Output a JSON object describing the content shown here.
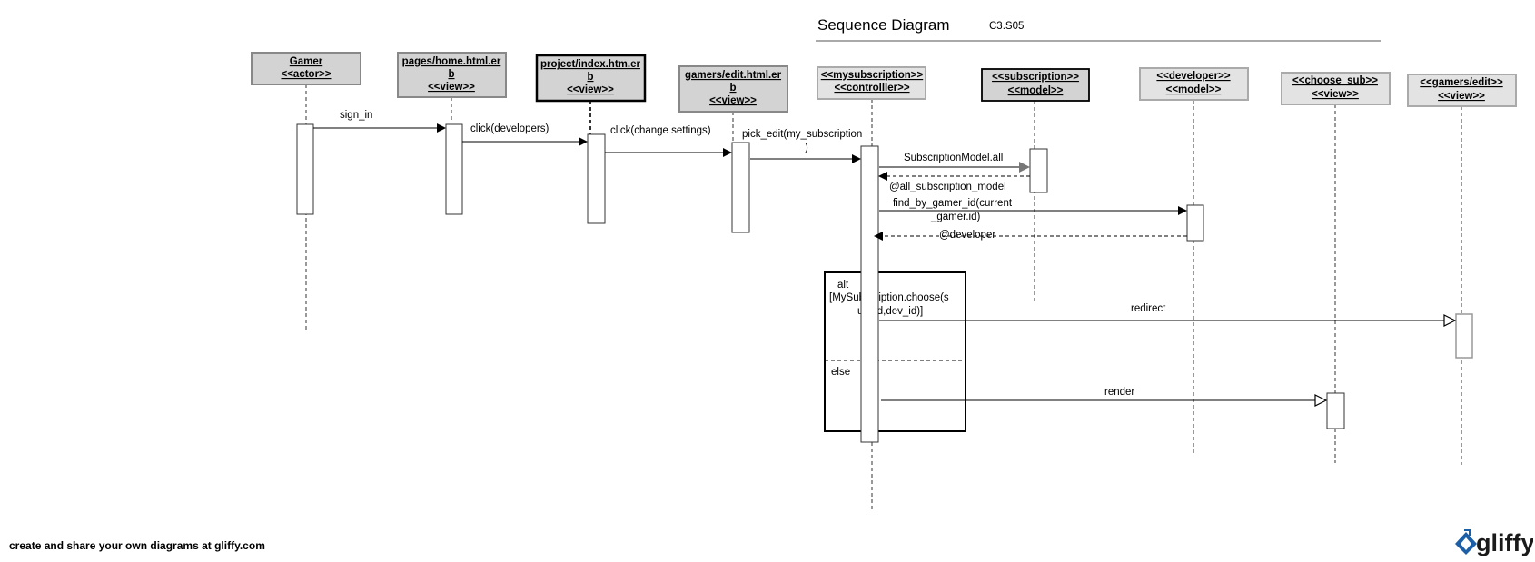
{
  "header": {
    "title": "Sequence Diagram",
    "code": "C3.S05"
  },
  "participants": [
    {
      "id": "gamer",
      "lines": [
        "Gamer",
        "<<actor>>"
      ]
    },
    {
      "id": "home",
      "lines": [
        "pages/home.html.er",
        "b",
        "<<view>>"
      ]
    },
    {
      "id": "index",
      "lines": [
        "project/index.htm.er",
        "b",
        "<<view>>"
      ]
    },
    {
      "id": "edit",
      "lines": [
        "gamers/edit.html.er",
        "b",
        "<<view>>"
      ]
    },
    {
      "id": "ctrl",
      "lines": [
        "<<mysubscription>>",
        "<<controlller>>"
      ]
    },
    {
      "id": "submodel",
      "lines": [
        "<<subscription>>",
        "<<model>>"
      ]
    },
    {
      "id": "devmodel",
      "lines": [
        "<<developer>>",
        "<<model>>"
      ]
    },
    {
      "id": "choose",
      "lines": [
        "<<choose_sub>>",
        "<<view>>"
      ]
    },
    {
      "id": "gedit",
      "lines": [
        "<<gamers/edit>>",
        "<<view>>"
      ]
    }
  ],
  "messages": [
    {
      "id": "m1",
      "lines": [
        "sign_in"
      ]
    },
    {
      "id": "m2",
      "lines": [
        "click(developers)"
      ]
    },
    {
      "id": "m3",
      "lines": [
        "click(change settings)"
      ]
    },
    {
      "id": "m4",
      "lines": [
        "pick_edit(my_subscription",
        ")"
      ]
    },
    {
      "id": "m5",
      "lines": [
        "SubscriptionModel.all"
      ]
    },
    {
      "id": "m6",
      "lines": [
        "@all_subscription_model"
      ]
    },
    {
      "id": "m7",
      "lines": [
        "find_by_gamer_id(current",
        "_gamer.id)"
      ]
    },
    {
      "id": "m8",
      "lines": [
        "@developer"
      ]
    },
    {
      "id": "m9",
      "lines": [
        "redirect"
      ]
    },
    {
      "id": "m10",
      "lines": [
        "render"
      ]
    }
  ],
  "fragment": {
    "operator": "alt",
    "guard_lines": [
      "[MySubscription.choose(s",
      "ub_id,dev_id)]"
    ],
    "else_label": "else"
  },
  "footer": {
    "text": "create and share your own diagrams at gliffy.com",
    "logo_text": "gliffy"
  }
}
